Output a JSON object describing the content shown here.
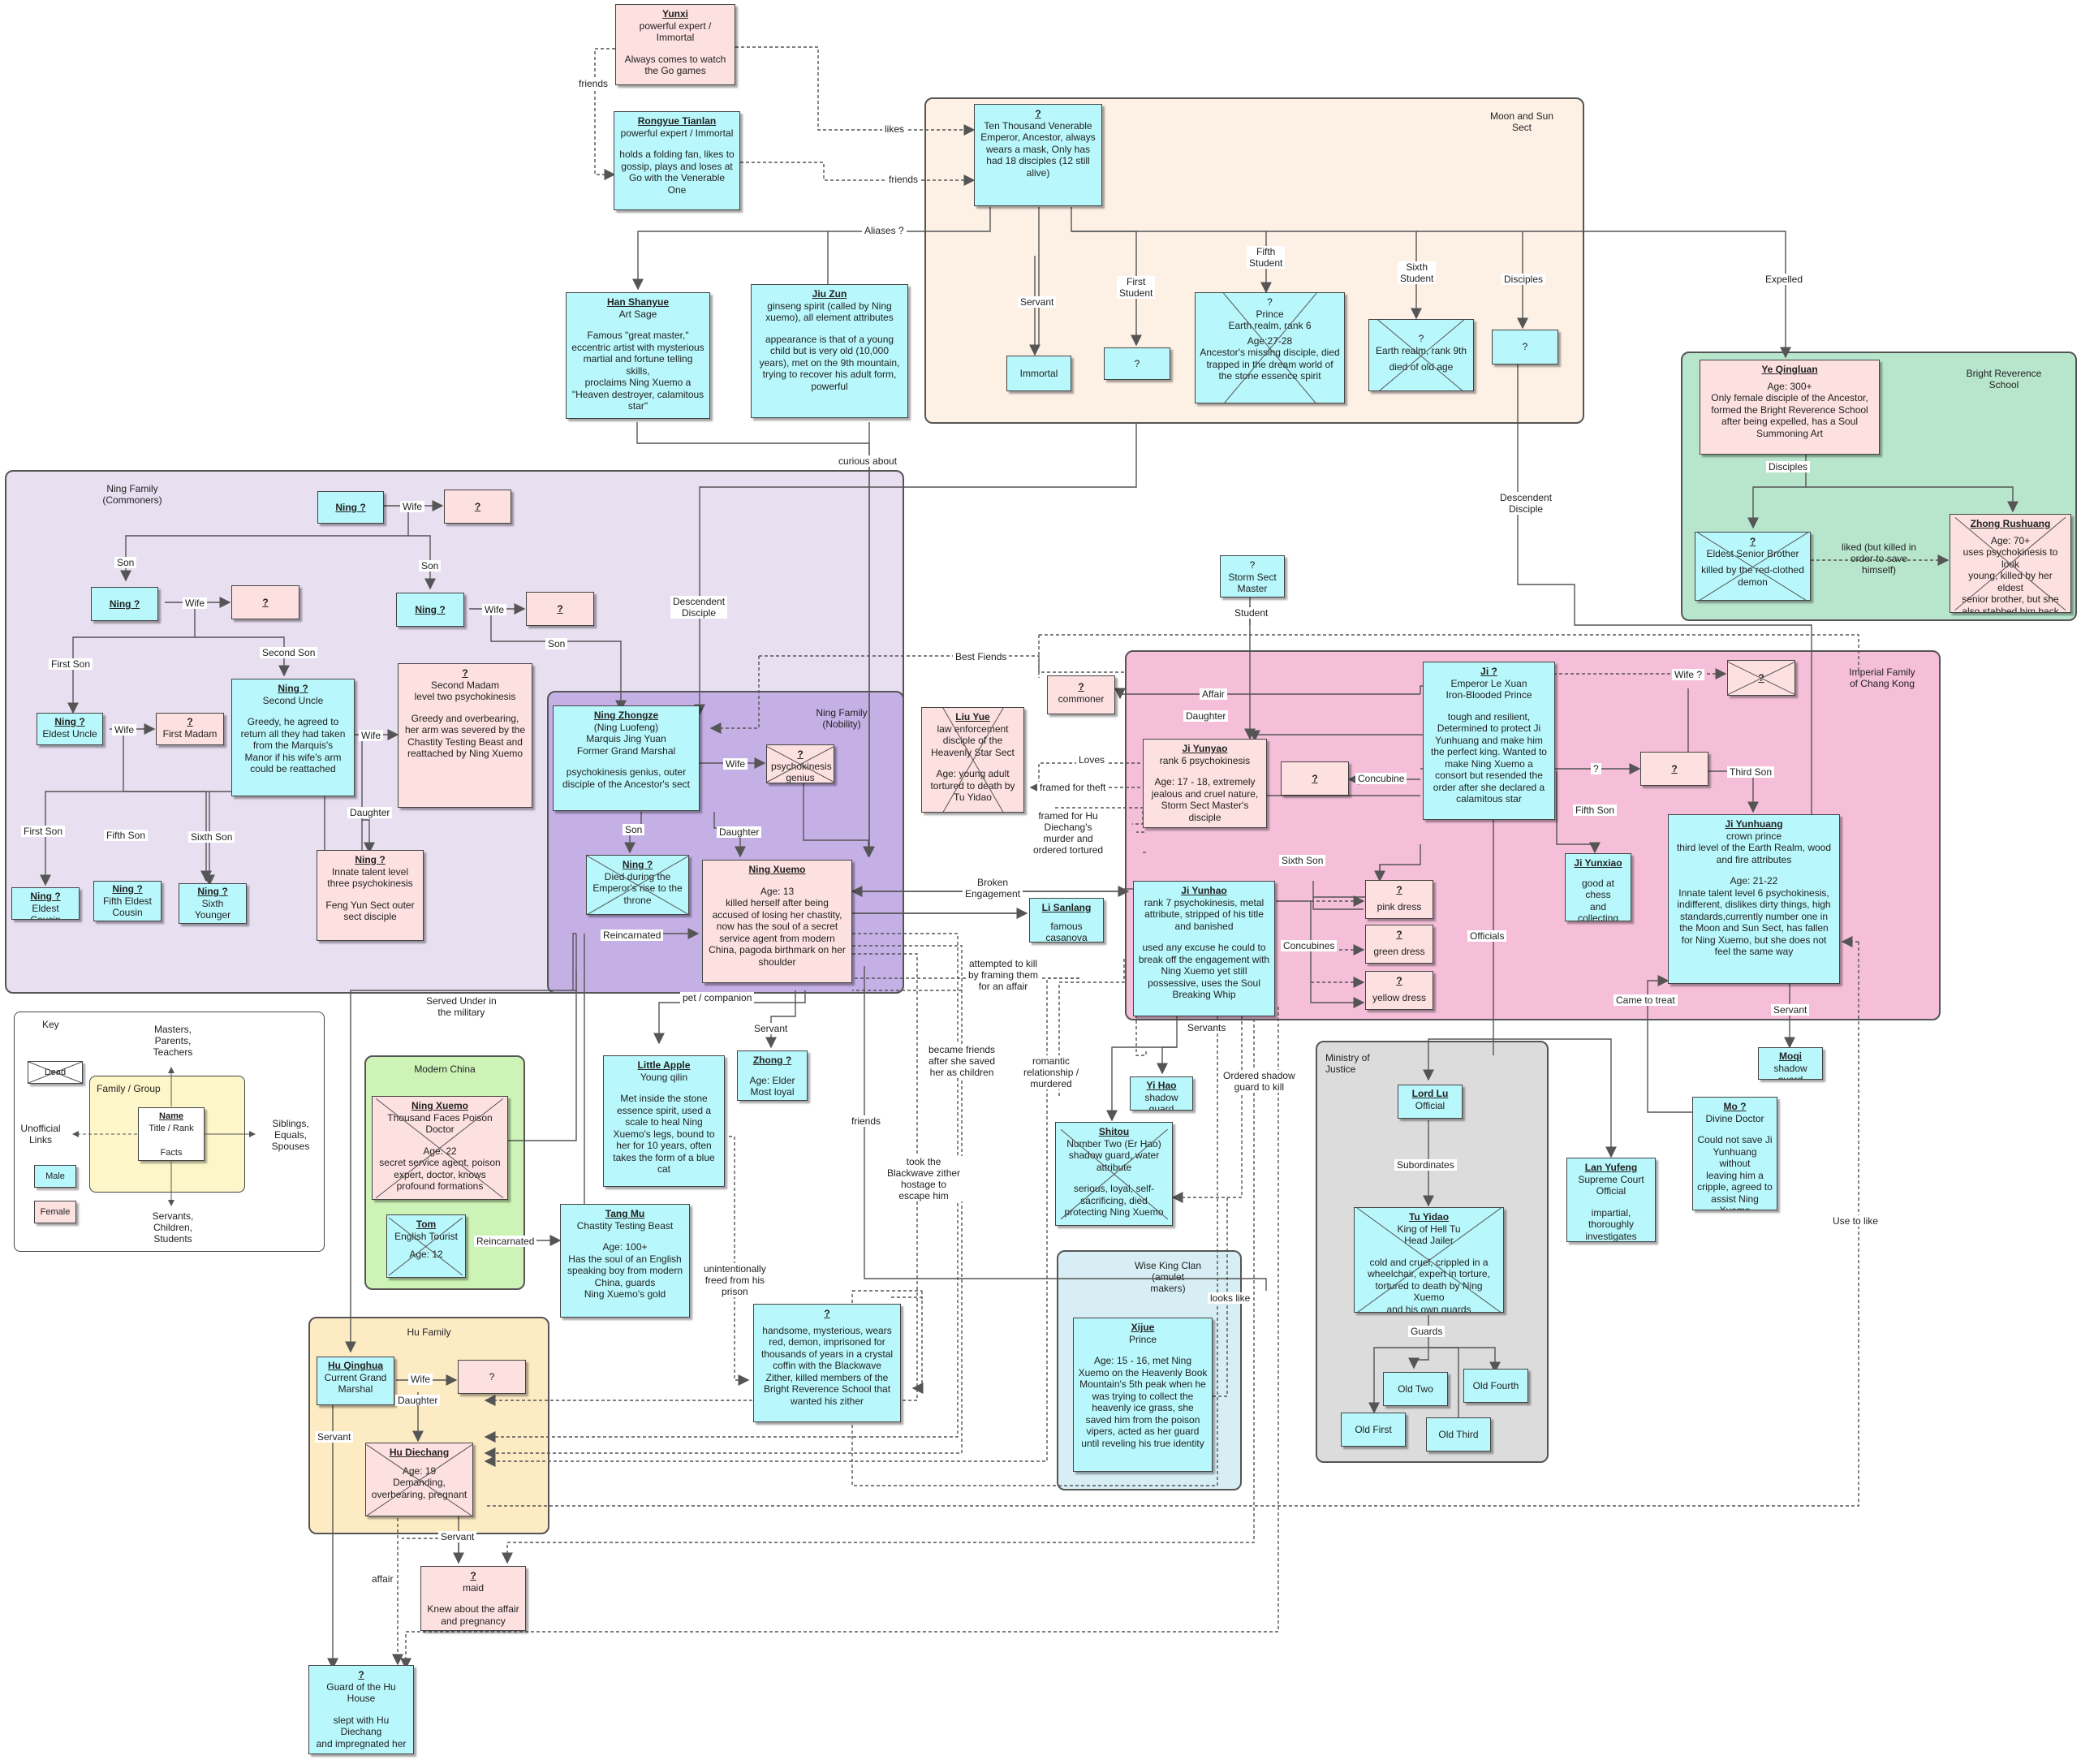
{
  "groups": {
    "moon_sun": "Moon and Sun\nSect",
    "bright_rev": "Bright Reverence\nSchool",
    "ning_commoners": "Ning Family\n(Commoners)",
    "ning_nobility": "Ning Family\n(Nobility)",
    "imperial": "Imperial Family\nof Chang Kong",
    "modern_china": "Modern China",
    "hu_family": "Hu Family",
    "ministry": "Ministry of\nJustice",
    "wise_king": "Wise King Clan\n(amulet\nmakers)"
  },
  "key": {
    "title": "Key",
    "dead": "Dead",
    "family_group": "Family / Group",
    "name": "Name",
    "title_rank": "Title / Rank",
    "facts": "Facts",
    "masters": "Masters,\nParents,\nTeachers",
    "siblings": "Siblings,\nEquals,\nSpouses",
    "servants": "Servants,\nChildren,\nStudents",
    "unofficial": "Unofficial\nLinks",
    "male": "Male",
    "female": "Female"
  },
  "nodes": {
    "yunxi": {
      "name": "Yunxi",
      "title": "powerful expert /\nImmortal",
      "text": "Always comes to watch\nthe Go games"
    },
    "rongyue": {
      "name": "Rongyue Tianlan",
      "title": "powerful expert / Immortal",
      "text": "holds a folding fan, likes to\ngossip, plays and loses at\nGo with the Venerable One"
    },
    "venerable": {
      "name": "?",
      "title": "Ten Thousand Venerable\nEmperor, Ancestor, always\nwears a mask, Only has\nhad 18 disciples (12 still\nalive)",
      "text": ""
    },
    "han": {
      "name": "Han Shanyue",
      "title": "Art Sage",
      "text": "Famous \"great master,\"\neccentric artist with mysterious\nmartial and fortune telling skills,\nproclaims Ning Xuemo a\n\"Heaven destroyer, calamitous\nstar\""
    },
    "jiuzun": {
      "name": "Jiu Zun",
      "title": "ginseng spirit (called by Ning\nxuemo), all element attributes",
      "text": "appearance is that of a young\nchild but is very old (10,000\nyears), met on the 9th mountain,\ntrying to recover his adult form,\npowerful"
    },
    "immortal_boy": {
      "name": "",
      "title": "Immortal Boy",
      "text": ""
    },
    "first_student": {
      "name": "",
      "title": "?",
      "text": ""
    },
    "fifth_student": {
      "name": "",
      "title": "?\nPrince\nEarth realm, rank 6",
      "text": "Age:27-28\nAncestor's missing disciple, died\ntrapped in the dream world of\nthe stone essence spirit"
    },
    "sixth_student": {
      "name": "",
      "title": "?\nEarth realm, rank 9th",
      "text": "died of old age"
    },
    "disciples_q": {
      "name": "",
      "title": "?",
      "text": ""
    },
    "ye": {
      "name": "Ye Qingluan",
      "title": "",
      "text": "Age: 300+\nOnly female disciple of the Ancestor,\nformed the Bright Reverence School\nafter being expelled, has a Soul\nSummoning Art"
    },
    "eldest_senior": {
      "name": "?",
      "title": "Eldest Senior Brother",
      "text": "killed by the red-clothed\ndemon"
    },
    "zhong": {
      "name": "Zhong Rushuang",
      "title": "",
      "text": "Age: 70+\nuses psychokinesis to look\nyoung, killed by her eldest\nsenior brother, but she\nalso stabbed him back"
    },
    "ning_top": {
      "name": "Ning ?",
      "title": "",
      "text": ""
    },
    "ning_top_wife": {
      "name": "?",
      "title": "",
      "text": ""
    },
    "ning_left": {
      "name": "Ning ?",
      "title": "",
      "text": ""
    },
    "ning_left_wife": {
      "name": "?",
      "title": "",
      "text": ""
    },
    "ning_right": {
      "name": "Ning ?",
      "title": "",
      "text": ""
    },
    "ning_right_wife": {
      "name": "?",
      "title": "",
      "text": ""
    },
    "eldest_uncle": {
      "name": "Ning ?",
      "title": "Eldest Uncle",
      "text": ""
    },
    "first_madam": {
      "name": "?",
      "title": "First Madam",
      "text": ""
    },
    "second_uncle": {
      "name": "Ning ?",
      "title": "Second Uncle",
      "text": "Greedy, he agreed to\nreturn all they had taken\nfrom the Marquis's\nManor if his wife's arm\ncould be reattached"
    },
    "second_madam": {
      "name": "?",
      "title": "Second Madam\nlevel two psychokinesis",
      "text": "Greedy and overbearing,\nher arm was severed by the\nChastity Testing Beast and\nreattached by Ning Xuemo"
    },
    "eldest_cousin": {
      "name": "Ning ?",
      "title": "Eldest Cousin",
      "text": ""
    },
    "fifth_cousin": {
      "name": "Ning ?",
      "title": "Fifth Eldest\nCousin",
      "text": ""
    },
    "sixth_cousin": {
      "name": "Ning ?",
      "title": "Sixth Younger\nCousin",
      "text": ""
    },
    "ning_daughter": {
      "name": "Ning ?",
      "title": "Innate talent level\nthree psychokinesis",
      "text": "Feng Yun Sect outer\nsect disciple"
    },
    "zhongze": {
      "name": "Ning Zhongze",
      "title": "(Ning Luofeng)\nMarquis Jing Yuan\nFormer Grand Marshal",
      "text": "psychokinesis genius, outer\ndisciple of the Ancestor's sect"
    },
    "zhongze_wife": {
      "name": "?",
      "title": "psychokinesis\ngenius",
      "text": ""
    },
    "ning_son": {
      "name": "Ning ?",
      "title": "Died during the\nEmperor's rise to the\nthrone",
      "text": ""
    },
    "xuemo": {
      "name": "Ning Xuemo",
      "title": "",
      "text": "Age: 13\nkilled herself after being\naccused of losing her chastity,\nnow has the soul of a secret\nservice agent from modern\nChina, pagoda birthmark on her\nshoulder"
    },
    "liuyue": {
      "name": "Liu Yue",
      "title": "law enforcement\ndisciple of the\nHeavenly Star Sect",
      "text": "Age: young adult\ntortured to death by\nTu Yidao"
    },
    "storm_master": {
      "name": "",
      "title": "?\nStorm Sect\nMaster",
      "text": ""
    },
    "commoner": {
      "name": "?",
      "title": "commoner",
      "text": ""
    },
    "jiyunyao": {
      "name": "Ji Yunyao",
      "title": "rank 6 psychokinesis",
      "text": "Age: 17 - 18, extremely\njealous and cruel nature,\nStorm Sect Master's\ndisciple"
    },
    "concubine_q": {
      "name": "?",
      "title": "",
      "text": ""
    },
    "emperor": {
      "name": "Ji ?",
      "title": "Emperor Le Xuan\nIron-Blooded Prince",
      "text": "tough and resilient,\nDetermined to protect Ji\nYunhuang and make him\nthe perfect king. Wanted to\nmake Ning Xuemo a\nconsort but resended the\norder after she declared a\ncalamitous star"
    },
    "empress_q": {
      "name": "?",
      "title": "",
      "text": ""
    },
    "other_wife_q": {
      "name": "?",
      "title": "",
      "text": ""
    },
    "jiyunxiao": {
      "name": "Ji Yunxiao",
      "title": "",
      "text": "good at chess\nand collecting\ninformation"
    },
    "jiyunhuang": {
      "name": "Ji Yunhuang",
      "title": "crown prince\nthird level of the Earth Realm,  wood\nand fire attributes",
      "text": "Age: 21-22\nInnate talent level 6 psychokinesis,\nindifferent, dislikes dirty things, high\nstandards,currently number one in\nthe Moon and Sun Sect, has fallen\nfor Ning Xuemo, but she does not\nfeel the same way"
    },
    "jiyunhao": {
      "name": "Ji Yunhao",
      "title": "rank 7 psychokinesis, metal\nattribute, stripped of his title\nand banished",
      "text": "used any excuse he could to\nbreak off the engagement with\nNing Xuemo yet still\npossessive, uses the Soul\nBreaking Whip"
    },
    "pink_dress": {
      "name": "?",
      "title": "pink dress",
      "text": ""
    },
    "green_dress": {
      "name": "?",
      "title": "green dress",
      "text": ""
    },
    "yellow_dress": {
      "name": "?",
      "title": "yellow dress",
      "text": ""
    },
    "lisanlang": {
      "name": "Li Sanlang",
      "title": "famous casanova",
      "text": ""
    },
    "moqi": {
      "name": "Moqi",
      "title": "shadow guard",
      "text": ""
    },
    "modern_xuemo": {
      "name": "Ning Xuemo",
      "title": "Thousand Faces Poison\nDoctor",
      "text": "Age: 22\nsecret service agent, poison\nexpert, doctor, knows\nprofound formations"
    },
    "tom": {
      "name": "Tom",
      "title": "English Tourist",
      "text": "Age: 12"
    },
    "little_apple": {
      "name": "Little Apple",
      "title": "Young qilin",
      "text": "Met inside the stone\nessence spirit, used a\nscale to heal Ning\nXuemo's legs, bound to\nher for 10 years, often\ntakes the form of a blue\ncat"
    },
    "zhong_q": {
      "name": "Zhong ?",
      "title": "",
      "text": "Age: Elder\nMost loyal"
    },
    "tangmu": {
      "name": "Tang Mu",
      "title": "Chastity Testing Beast",
      "text": "Age: 100+\nHas the soul of an English\nspeaking boy from modern\nChina, guards\nNing Xuemo's gold"
    },
    "demon": {
      "name": "?",
      "title": "",
      "text": "handsome, mysterious, wears\nred, demon, imprisoned for\nthousands of years in a crystal\ncoffin with the Blackwave\nZither, killed members of the\nBright Reverence School that\nwanted his zither"
    },
    "yihao": {
      "name": "Yi Hao",
      "title": "shadow guard",
      "text": ""
    },
    "shitou": {
      "name": "Shitou",
      "title": "Number Two (Er Hao)\nshadow guard, water\nattribute",
      "text": "serious, loyal, self-\nsacrificing, died\nprotecting Ning Xuemo"
    },
    "xijue": {
      "name": "Xijue",
      "title": "Prince",
      "text": "Age: 15 - 16, met Ning\nXuemo on the Heavenly Book\nMountain's 5th peak when he\nwas trying to collect the\nheavenly ice grass, she\nsaved him from the poison\nvipers, acted as her guard\nuntil reveling his true identity"
    },
    "lordlu": {
      "name": "Lord Lu",
      "title": "Official",
      "text": ""
    },
    "tuyidao": {
      "name": "Tu Yidao",
      "title": "King of Hell Tu\nHead Jailer",
      "text": "cold and cruel, crippled in a\nwheelchair, expert in torture,\ntortured to death by Ning Xuemo\nand his own guards"
    },
    "old_two": {
      "name": "",
      "title": "Old Two",
      "text": ""
    },
    "old_fourth": {
      "name": "",
      "title": "Old Fourth",
      "text": ""
    },
    "old_first": {
      "name": "",
      "title": "Old First",
      "text": ""
    },
    "old_third": {
      "name": "",
      "title": "Old Third",
      "text": ""
    },
    "lanyufeng": {
      "name": "Lan Yufeng",
      "title": "Supreme Court\nOfficial",
      "text": "impartial, thoroughly\ninvestigates cases"
    },
    "mo": {
      "name": "Mo ?",
      "title": "Divine Doctor",
      "text": "Could not save Ji\nYunhuang without\nleaving him a\ncripple, agreed to\nassist Ning Xuemo\n..."
    },
    "huqinghua": {
      "name": "Hu Qinghua",
      "title": "Current Grand\nMarshal",
      "text": ""
    },
    "huqinghua_wife": {
      "name": "",
      "title": "?",
      "text": ""
    },
    "hudiechang": {
      "name": "Hu Diechang",
      "title": "",
      "text": "Age: 19\nDemanding,\noverbearing, pregnant"
    },
    "maid": {
      "name": "?",
      "title": "maid",
      "text": "Knew about the affair\nand pregnancy"
    },
    "hu_guard": {
      "name": "?",
      "title": "Guard of the Hu\nHouse",
      "text": "slept with Hu Diechang\nand impregnated her"
    }
  },
  "labels": {
    "friends_top": "friends",
    "likes": "likes",
    "friends_mid": "friends",
    "aliases": "Aliases ?",
    "servant_ms": "Servant",
    "first_student": "First\nStudent",
    "fifth_student": "Fifth\nStudent",
    "sixth_student": "Sixth\nStudent",
    "disciples_ms": "Disciples",
    "expelled": "Expelled",
    "curious": "curious about",
    "descendent_disciple_br": "Descendent\nDisciple",
    "disciples_br": "Disciples",
    "liked": "liked (but killed in\norder to save\nhimself)",
    "wife1": "Wife",
    "son1": "Son",
    "son2": "Son",
    "wife2": "Wife",
    "wife3": "Wife",
    "first_son": "First Son",
    "second_son": "Second Son",
    "son3": "Son",
    "wife4": "Wife",
    "wife5": "Wife",
    "first_son2": "First Son",
    "fifth_son": "Fifth Son",
    "sixth_son": "Sixth Son",
    "daughter1": "Daughter",
    "descendent_disciple": "Descendent\nDisciple",
    "best_friends": "Best Fiends",
    "wife6": "Wife",
    "son4": "Son",
    "daughter2": "Daughter",
    "reincarnated1": "Reincarnated",
    "broken": "Broken\nEngagement",
    "student": "Student",
    "affair": "Affair",
    "daughter3": "Daughter",
    "loves": "Loves",
    "framed_theft": "framed for theft",
    "framed_murder": "framed for Hu\nDiechang's\nmurder and\nordered tortured",
    "concubine": "Concubine",
    "wife_q": "Wife ?",
    "q_rel": "?",
    "third_son": "Third Son",
    "fifth_son2": "Fifth Son",
    "sixth_son2": "Sixth Son",
    "concubines": "Concubines",
    "officials": "Officials",
    "servants": "Servants",
    "servant_imp": "Servant",
    "came_to_treat": "Came to treat",
    "attempted": "attempted to kill\nby framing them\nfor an affair",
    "became_friends": "became friends\nafter she saved\nher as children",
    "romantic": "romantic\nrelationship /\nmurdered",
    "ordered": "Ordered shadow\nguard to kill",
    "friends_low": "friends",
    "took": "took the\nBlackwave zither\nhostage to\nescape him",
    "pet": "pet / companion",
    "servant_x": "Servant",
    "served_under": "Served Under in\nthe military",
    "reincarnated2": "Reincarnated",
    "unintentionally": "unintentionally\nfreed from his\nprison",
    "looks_like": "looks like",
    "subordinates": "Subordinates",
    "guards": "Guards",
    "use_to_like": "Use to like",
    "wife_hu": "Wife",
    "daughter_hu": "Daughter",
    "servant_hu": "Servant",
    "servant_hu2": "Servant",
    "affair_hu": "affair"
  }
}
